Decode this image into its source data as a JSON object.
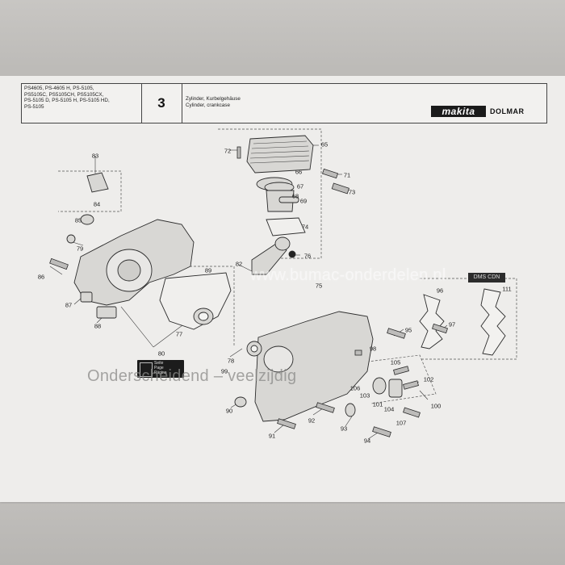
{
  "header": {
    "models": [
      "PS4605, PS-4605 H, PS-5105,",
      "PS5105C, PS5105CH, PS5105CX,",
      "PS-5105 D, PS-5105 H, PS-5105 HD,",
      "PS-5105"
    ],
    "page_number": "3",
    "title_de": "Zylinder, Kurbelgehäuse",
    "title_en": "Cylinder, crankcase",
    "logo_makita": "makita",
    "logo_dolmar": "DOLMAR"
  },
  "callouts": {
    "c65": "65",
    "c66": "66",
    "c67": "67",
    "c68": "68",
    "c69": "69",
    "c71": "71",
    "c72": "72",
    "c73": "73",
    "c74": "74",
    "c75": "75",
    "c76": "76",
    "c77": "77",
    "c78": "78",
    "c79": "79",
    "c80": "80",
    "c82": "82",
    "c83": "83",
    "c84": "84",
    "c85": "85",
    "c86": "86",
    "c87": "87",
    "c88": "88",
    "c89": "89",
    "c90": "90",
    "c91": "91",
    "c92": "92",
    "c93": "93",
    "c94": "94",
    "c95": "95",
    "c96": "96",
    "c97": "97",
    "c98": "98",
    "c99": "99",
    "c100": "100",
    "c101": "101",
    "c102": "102",
    "c103": "103",
    "c104": "104",
    "c105": "105",
    "c106": "106",
    "c107": "107",
    "c111": "111"
  },
  "page_badge": {
    "line1": "Seite",
    "line2": "Page",
    "line3": "Página"
  },
  "pdf_tag": "DMS CDN",
  "watermark": {
    "url": "www.bumac-onderdelen.nl",
    "side_note": "Onderscheidend – veelzijdig"
  }
}
